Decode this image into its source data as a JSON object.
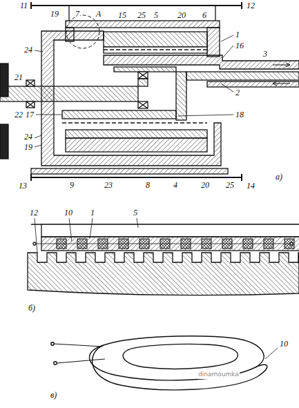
{
  "diagram": {
    "labels": [
      "11",
      "19",
      "7",
      "A",
      "15",
      "25",
      "5",
      "20",
      "6",
      "12",
      "24",
      "1",
      "16",
      "3",
      "21",
      "22",
      "2",
      "17",
      "18",
      "24",
      "19",
      "13",
      "9",
      "23",
      "8",
      "4",
      "20",
      "25",
      "14",
      "a)",
      "12",
      "10",
      "1",
      "5",
      "б)",
      "10",
      "в)",
      "dinamoumka"
    ]
  }
}
